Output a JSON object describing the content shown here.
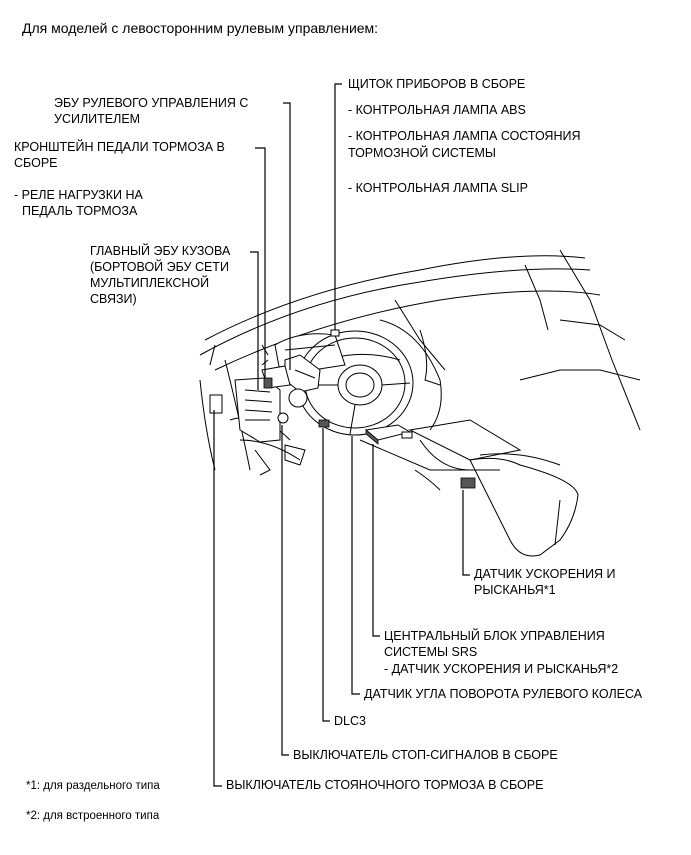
{
  "header": "Для моделей с левосторонним рулевым управлением:",
  "labels": {
    "meter": "ЩИТОК ПРИБОРОВ В СБОРЕ",
    "abs_lamp": "- КОНТРОЛЬНАЯ ЛАМПА ABS",
    "brake_lamp_1": "- КОНТРОЛЬНАЯ ЛАМПА СОСТОЯНИЯ",
    "brake_lamp_2": "ТОРМОЗНОЙ СИСТЕМЫ",
    "slip_lamp": "- КОНТРОЛЬНАЯ ЛАМПА SLIP",
    "eps_1": "ЭБУ РУЛЕВОГО УПРАВЛЕНИЯ С",
    "eps_2": "УСИЛИТЕЛЕМ",
    "pedal_1": "КРОНШТЕЙН ПЕДАЛИ ТОРМОЗА В",
    "pedal_2": "СБОРЕ",
    "relay_1": "- РЕЛЕ НАГРУЗКИ НА",
    "relay_2": "ПЕДАЛЬ ТОРМОЗА",
    "body_1": "ГЛАВНЫЙ ЭБУ КУЗОВА",
    "body_2": "(БОРТОВОЙ ЭБУ СЕТИ",
    "body_3": "МУЛЬТИПЛЕКСНОЙ",
    "body_4": "СВЯЗИ)",
    "yaw_1": "ДАТЧИК УСКОРЕНИЯ И",
    "yaw_2": "РЫСКАНЬЯ*1",
    "srs_1": "ЦЕНТРАЛЬНЫЙ БЛОК УПРАВЛЕНИЯ",
    "srs_2": "СИСТЕМЫ SRS",
    "srs_3": "- ДАТЧИК УСКОРЕНИЯ И РЫСКАНЬЯ*2",
    "steering_sensor": "ДАТЧИК УГЛА ПОВОРОТА РУЛЕВОГО КОЛЕСА",
    "dlc3": "DLC3",
    "stop_switch": "ВЫКЛЮЧАТЕЛЬ СТОП-СИГНАЛОВ  В СБОРЕ",
    "parking_switch": "ВЫКЛЮЧАТЕЛЬ СТОЯНОЧНОГО ТОРМОЗА В СБОРЕ"
  },
  "footnotes": {
    "note1": "*1: для раздельного типа",
    "note2": "*2: для встроенного типа"
  }
}
